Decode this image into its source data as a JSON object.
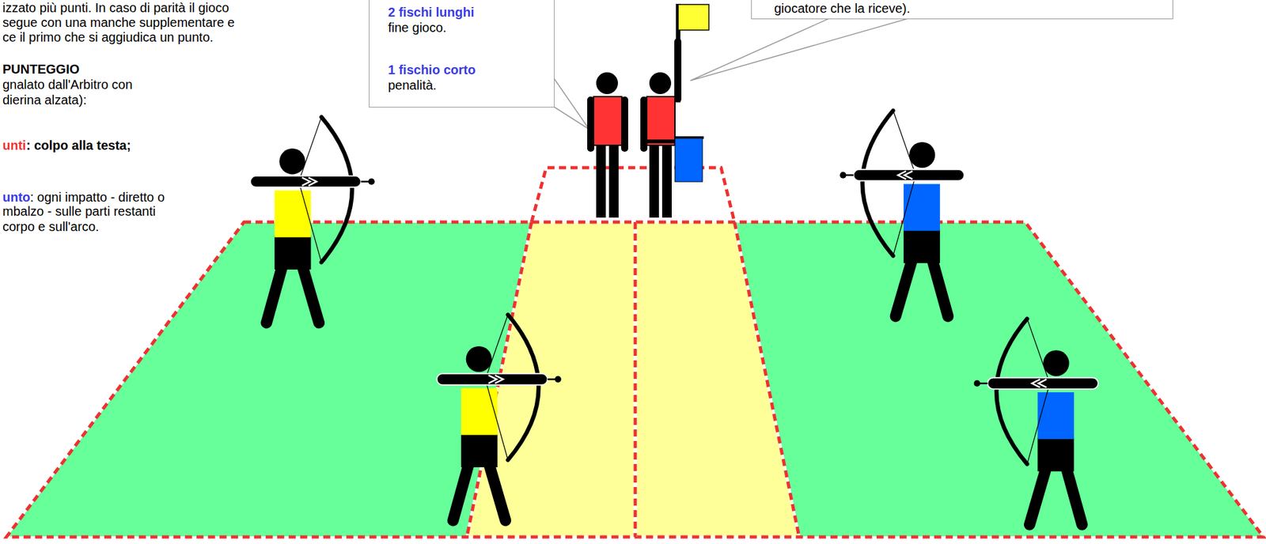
{
  "diagram": {
    "nodes": [
      {
        "text": [
          "2 fischi lunghi",
          "fine gioco.",
          "1 fischio corto",
          "penalità."
        ]
      },
      {
        "text": [
          "giocatore che la riceve)."
        ]
      }
    ],
    "labels": [
      "izzato più punti. In caso di parità il gioco",
      "segue con una manche supplementare e",
      "ce il primo che si aggiudica un punto.",
      "PUNTEGGIO",
      "gnalato dall'Arbitro con",
      "dierina alzata):",
      "unti",
      ": colpo alla testa;",
      "unto",
      ": ogni impatto - diretto o",
      "mbalzo - sulle parti restanti",
      "corpo e sull'arco."
    ]
  }
}
